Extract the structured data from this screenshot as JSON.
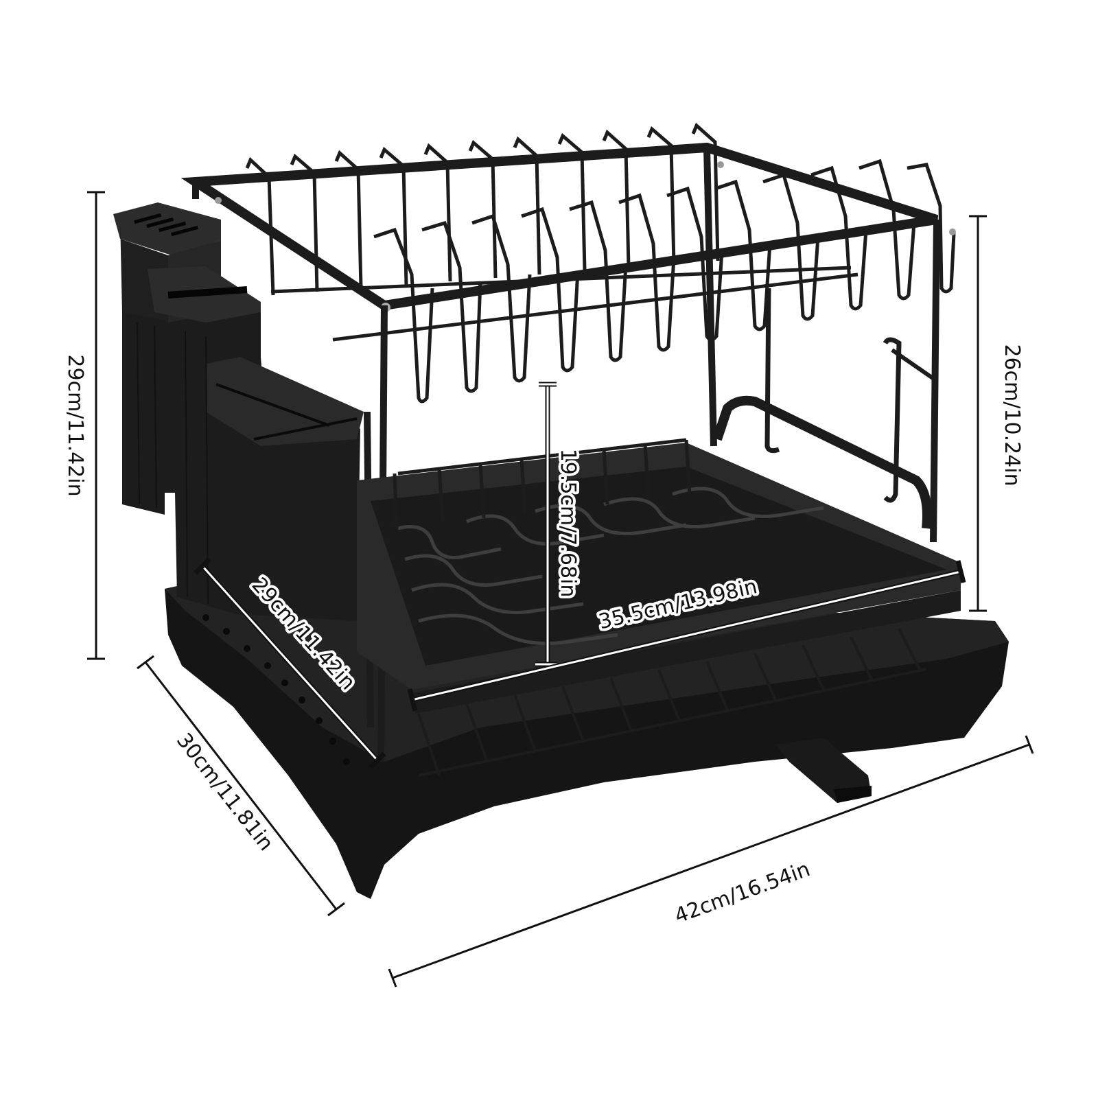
{
  "dimensions": {
    "total_height": "29cm/11.42in",
    "rack_height": "26cm/10.24in",
    "shelf_gap": "19.5cm/7.68in",
    "upper_depth": "29cm/11.42in",
    "upper_width": "35.5cm/13.98in",
    "base_depth": "30cm/11.81in",
    "base_width": "42cm/16.54in"
  },
  "colors": {
    "product": "#1c1c1c",
    "product_light": "#3a3a3a",
    "tray": "#151515",
    "dim_lines": "#111111",
    "background": "#ffffff"
  }
}
